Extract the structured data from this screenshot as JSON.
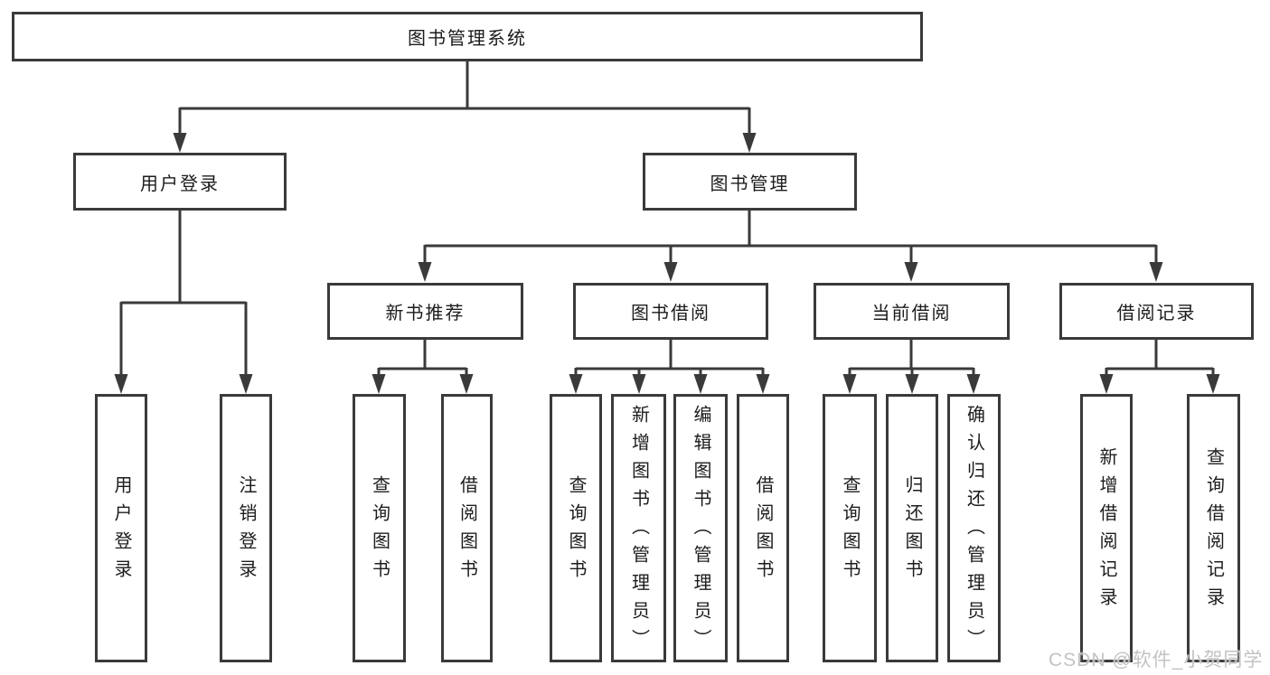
{
  "diagram": {
    "root": {
      "label": "图书管理系统",
      "children": [
        {
          "label": "用户登录",
          "children": [
            {
              "label": "用户登录"
            },
            {
              "label": "注销登录"
            }
          ]
        },
        {
          "label": "图书管理",
          "children": [
            {
              "label": "新书推荐",
              "children": [
                {
                  "label": "查询图书"
                },
                {
                  "label": "借阅图书"
                }
              ]
            },
            {
              "label": "图书借阅",
              "children": [
                {
                  "label": "查询图书"
                },
                {
                  "label": "新增图书（管理员）"
                },
                {
                  "label": "编辑图书（管理员）"
                },
                {
                  "label": "借阅图书"
                }
              ]
            },
            {
              "label": "当前借阅",
              "children": [
                {
                  "label": "查询图书"
                },
                {
                  "label": "归还图书"
                },
                {
                  "label": "确认归还（管理员）"
                }
              ]
            },
            {
              "label": "借阅记录",
              "children": [
                {
                  "label": "新增借阅记录"
                },
                {
                  "label": "查询借阅记录"
                }
              ]
            }
          ]
        }
      ]
    },
    "colors": {
      "line": "#3a3a3a",
      "text": "#1c1c1c",
      "background": "#ffffff",
      "watermark": "#c3c3c3"
    }
  },
  "watermark": {
    "text": "CSDN @软件_小贺同学"
  }
}
